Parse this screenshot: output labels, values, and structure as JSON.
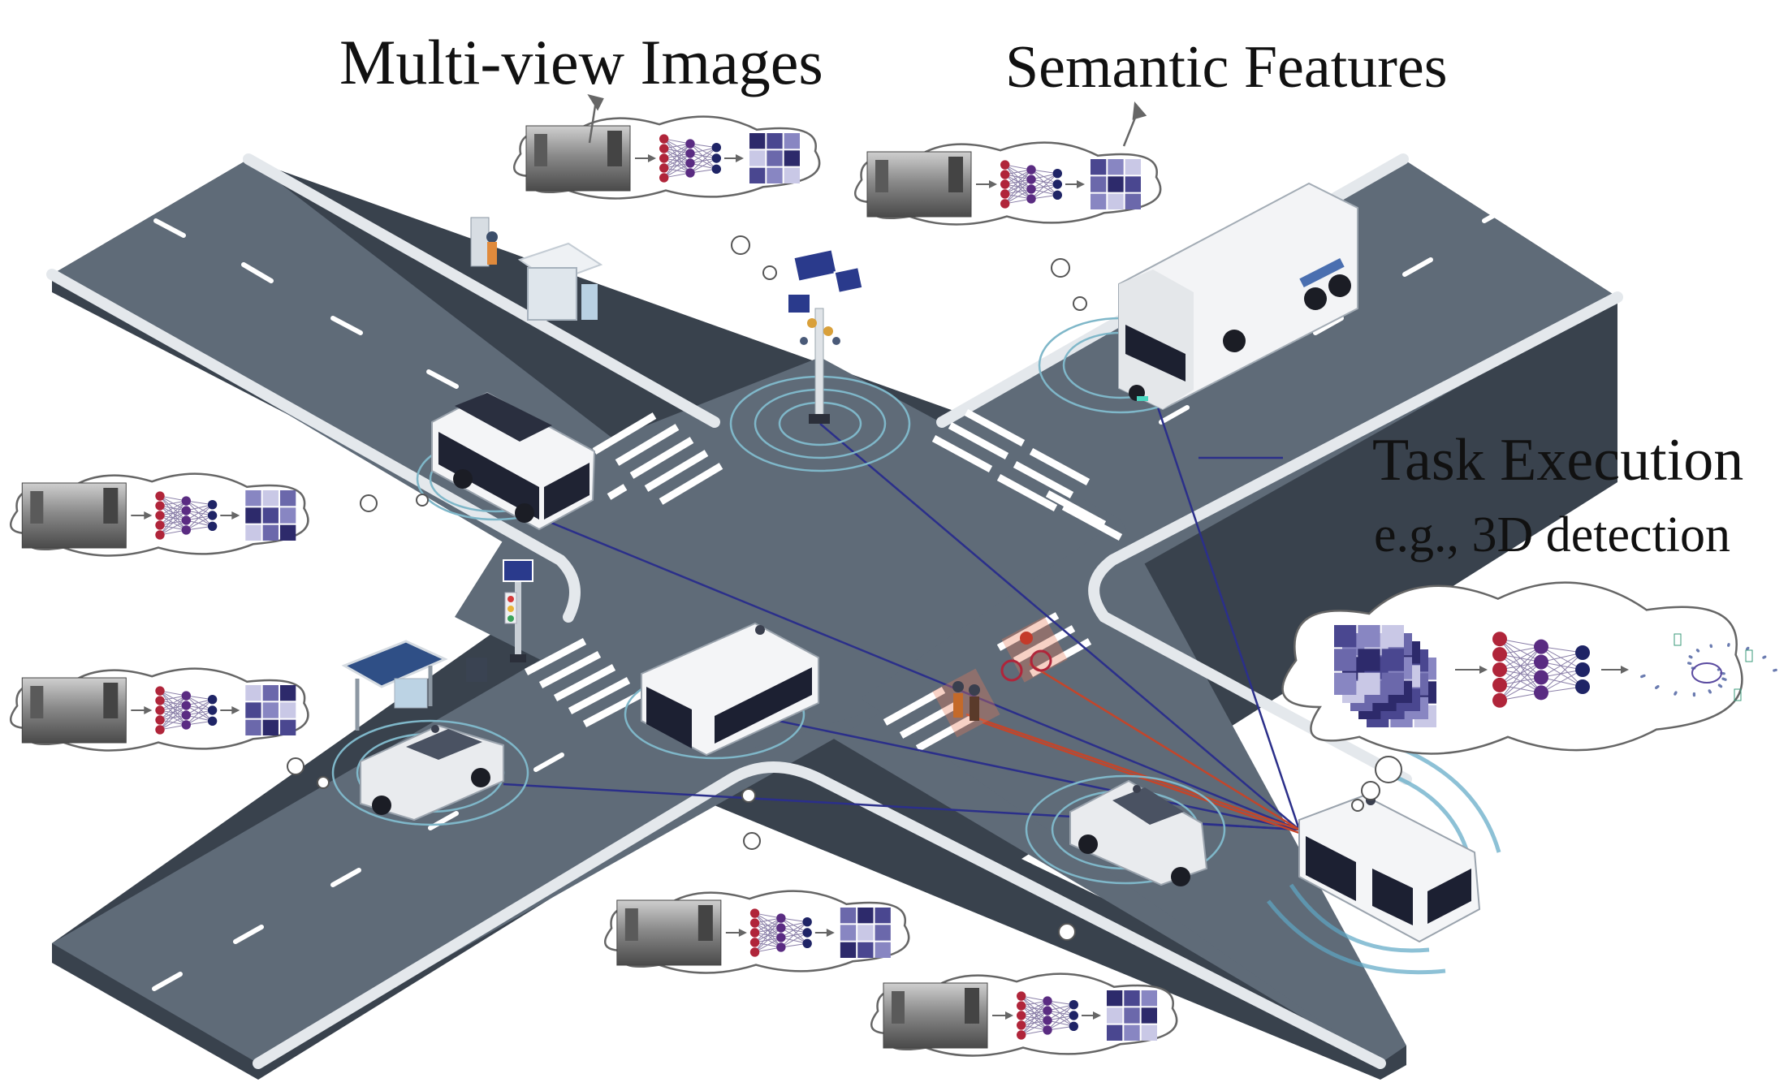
{
  "labels": {
    "multi_view": "Multi-view Images",
    "semantic": "Semantic Features",
    "task": "Task Execution",
    "task_example": "e.g., 3D detection"
  },
  "colors": {
    "road_top": "#5f6b78",
    "road_side": "#39424d",
    "curb": "#e4e8ec",
    "link_line": "#2b2f8a",
    "detect_line": "#c4452a",
    "feature_dark": "#2d2a6b",
    "feature_light": "#c9c8e6",
    "neuron_red": "#b0253a",
    "neuron_purple": "#5a2c82",
    "neuron_navy": "#1f2466"
  },
  "agents": [
    {
      "name": "roadside-sensor-pole",
      "kind": "pole"
    },
    {
      "name": "truck",
      "kind": "truck"
    },
    {
      "name": "bus-top-left",
      "kind": "bus"
    },
    {
      "name": "shuttle-center",
      "kind": "shuttle"
    },
    {
      "name": "car-left",
      "kind": "car"
    },
    {
      "name": "car-center",
      "kind": "car"
    },
    {
      "name": "ego-shuttle",
      "kind": "shuttle"
    }
  ],
  "clouds": [
    {
      "name": "cloud-pole"
    },
    {
      "name": "cloud-truck"
    },
    {
      "name": "cloud-bus"
    },
    {
      "name": "cloud-car-left"
    },
    {
      "name": "cloud-shuttle-center"
    },
    {
      "name": "cloud-car-center"
    },
    {
      "name": "cloud-task"
    }
  ],
  "icons": [
    "camera-image-icon",
    "neural-network-icon",
    "feature-grid-icon",
    "detection-map-icon"
  ]
}
